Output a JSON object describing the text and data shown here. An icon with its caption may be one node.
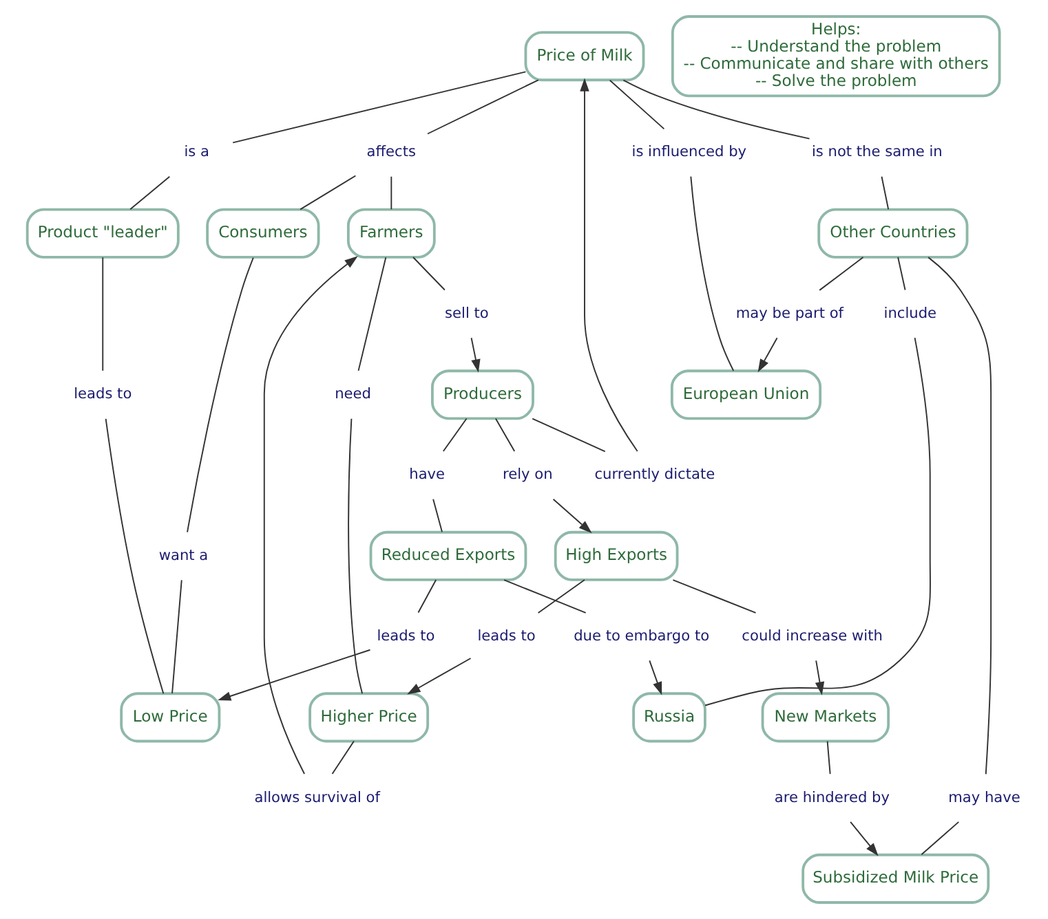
{
  "diagram": {
    "nodes": [
      {
        "text": [
          "Price of Milk"
        ]
      },
      {
        "text": [
          "Product \"leader\""
        ]
      },
      {
        "text": [
          "Consumers"
        ]
      },
      {
        "text": [
          "Farmers"
        ]
      },
      {
        "text": [
          "Producers"
        ]
      },
      {
        "text": [
          "European Union"
        ]
      },
      {
        "text": [
          "Higher Price"
        ]
      },
      {
        "text": [
          "Other Countries"
        ]
      },
      {
        "text": [
          "Low Price"
        ]
      },
      {
        "text": [
          "High Exports"
        ]
      },
      {
        "text": [
          "Reduced Exports"
        ]
      },
      {
        "text": [
          "Russia"
        ]
      },
      {
        "text": [
          "Subsidized Milk Price"
        ]
      },
      {
        "text": [
          "New Markets"
        ]
      },
      {
        "text": [
          "Helps:",
          "-- Understand the problem",
          "-- Communicate and share with others",
          "-- Solve the problem"
        ]
      },
      {
        "text": [
          "is a"
        ]
      },
      {
        "text": [
          "affects"
        ]
      },
      {
        "text": [
          "currently dictate"
        ]
      },
      {
        "text": [
          "is not the same in"
        ]
      },
      {
        "text": [
          "is influenced by"
        ]
      },
      {
        "text": [
          "leads to"
        ]
      },
      {
        "text": [
          "want a"
        ]
      },
      {
        "text": [
          "need"
        ]
      },
      {
        "text": [
          "allows survival of"
        ]
      },
      {
        "text": [
          "sell to"
        ]
      },
      {
        "text": [
          "may be part of"
        ]
      },
      {
        "text": [
          "leads to"
        ]
      },
      {
        "text": [
          "include"
        ]
      },
      {
        "text": [
          "may have"
        ]
      },
      {
        "text": [
          "have"
        ]
      },
      {
        "text": [
          "rely on"
        ]
      },
      {
        "text": [
          "due to embargo to"
        ]
      },
      {
        "text": [
          "leads to"
        ]
      },
      {
        "text": [
          "could increase with"
        ]
      },
      {
        "text": [
          "are hindered by"
        ]
      }
    ],
    "edges": [
      {
        "from": 0,
        "to": 15,
        "arrow": "none"
      },
      {
        "from": 15,
        "to": 1,
        "arrow": "none"
      },
      {
        "from": 0,
        "to": 16,
        "arrow": "none"
      },
      {
        "from": 16,
        "to": 2,
        "arrow": "none"
      },
      {
        "from": 16,
        "to": 3,
        "arrow": "none"
      },
      {
        "from": 4,
        "to": 17,
        "arrow": "none"
      },
      {
        "from": 17,
        "to": 0,
        "arrow": "to"
      },
      {
        "from": 0,
        "to": 18,
        "arrow": "none"
      },
      {
        "from": 18,
        "to": 7,
        "arrow": "none"
      },
      {
        "from": 0,
        "to": 19,
        "arrow": "none"
      },
      {
        "from": 19,
        "to": 5,
        "arrow": "none"
      },
      {
        "from": 1,
        "to": 20,
        "arrow": "none"
      },
      {
        "from": 20,
        "to": 8,
        "arrow": "none"
      },
      {
        "from": 2,
        "to": 21,
        "arrow": "none"
      },
      {
        "from": 21,
        "to": 8,
        "arrow": "none"
      },
      {
        "from": 3,
        "to": 22,
        "arrow": "none"
      },
      {
        "from": 22,
        "to": 6,
        "arrow": "none"
      },
      {
        "from": 6,
        "to": 23,
        "arrow": "none"
      },
      {
        "from": 23,
        "to": 3,
        "arrow": "to"
      },
      {
        "from": 3,
        "to": 24,
        "arrow": "none"
      },
      {
        "from": 24,
        "to": 4,
        "arrow": "to"
      },
      {
        "from": 7,
        "to": 25,
        "arrow": "none"
      },
      {
        "from": 25,
        "to": 5,
        "arrow": "to"
      },
      {
        "from": 9,
        "to": 26,
        "arrow": "none"
      },
      {
        "from": 26,
        "to": 6,
        "arrow": "to"
      },
      {
        "from": 7,
        "to": 27,
        "arrow": "none"
      },
      {
        "from": 27,
        "to": 11,
        "arrow": "none"
      },
      {
        "from": 7,
        "to": 28,
        "arrow": "none"
      },
      {
        "from": 28,
        "to": 12,
        "arrow": "none"
      },
      {
        "from": 4,
        "to": 29,
        "arrow": "none"
      },
      {
        "from": 29,
        "to": 10,
        "arrow": "none"
      },
      {
        "from": 4,
        "to": 30,
        "arrow": "none"
      },
      {
        "from": 30,
        "to": 9,
        "arrow": "to"
      },
      {
        "from": 10,
        "to": 31,
        "arrow": "none"
      },
      {
        "from": 31,
        "to": 11,
        "arrow": "to"
      },
      {
        "from": 10,
        "to": 32,
        "arrow": "none"
      },
      {
        "from": 32,
        "to": 8,
        "arrow": "to"
      },
      {
        "from": 9,
        "to": 33,
        "arrow": "none"
      },
      {
        "from": 33,
        "to": 13,
        "arrow": "to"
      },
      {
        "from": 13,
        "to": 34,
        "arrow": "none"
      },
      {
        "from": 34,
        "to": 12,
        "arrow": "to"
      }
    ]
  }
}
